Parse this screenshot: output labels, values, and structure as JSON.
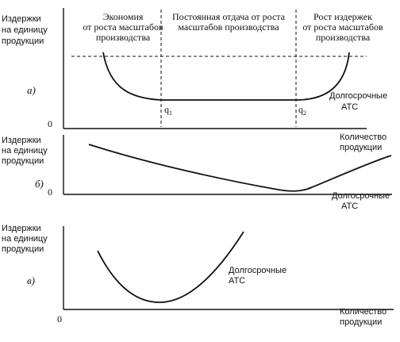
{
  "panels": [
    {
      "ylabel": [
        "Издержки",
        "на единицу",
        "продукции"
      ],
      "panel_label": "а)",
      "zero": "0",
      "regions": [
        [
          "Экономия",
          "от роста масштабов",
          "производства"
        ],
        [
          "Постоянная отдача от роста",
          "масштабов производства"
        ],
        [
          "Рост издержек",
          "от роста масштабов",
          "производства"
        ]
      ],
      "q_labels": [
        "q",
        "q"
      ],
      "q_subs": [
        "1",
        "2"
      ],
      "curve_label": [
        "Долгосрочные",
        "АТС"
      ]
    },
    {
      "ylabel": [
        "Издержки",
        "на единицу",
        "продукции"
      ],
      "panel_label": "б)",
      "zero": "0",
      "xlabel": [
        "Количество",
        "продукции"
      ],
      "curve_label": [
        "Долгосрочные",
        "АТС"
      ]
    },
    {
      "ylabel": [
        "Издержки",
        "на единицу",
        "продукции"
      ],
      "panel_label": "в)",
      "zero": "0",
      "xlabel": [
        "Количество",
        "продукции"
      ],
      "curve_label": [
        "Долгосрочные",
        "АТС"
      ]
    }
  ]
}
